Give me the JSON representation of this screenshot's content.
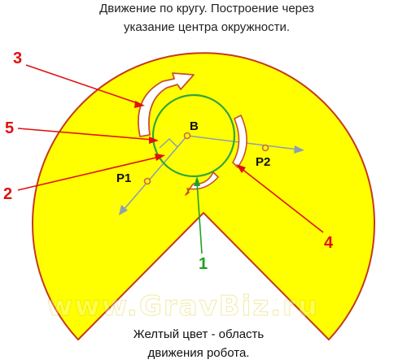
{
  "title_line1": "Движение по кругу. Построение через",
  "title_line2": "указание центра окружности.",
  "footer_line1": "Желтый цвет - область",
  "footer_line2": "движения робота.",
  "points": {
    "center": "B",
    "p1": "P1",
    "p2": "P2"
  },
  "callouts": {
    "n1": "1",
    "n2": "2",
    "n3": "3",
    "n4": "4",
    "n5": "5"
  },
  "watermark": "www.GravBiz.ru",
  "colors": {
    "region_fill": "#FFFF00",
    "region_stroke": "#C43A1E",
    "circle": "#34A43C",
    "axis": "#8DA0B0",
    "point": "#C86A4A",
    "arrow_fill": "#FFFFFF",
    "arrow_stroke": "#C8502C",
    "callout_red": "#E01010",
    "callout_green": "#20A020"
  }
}
